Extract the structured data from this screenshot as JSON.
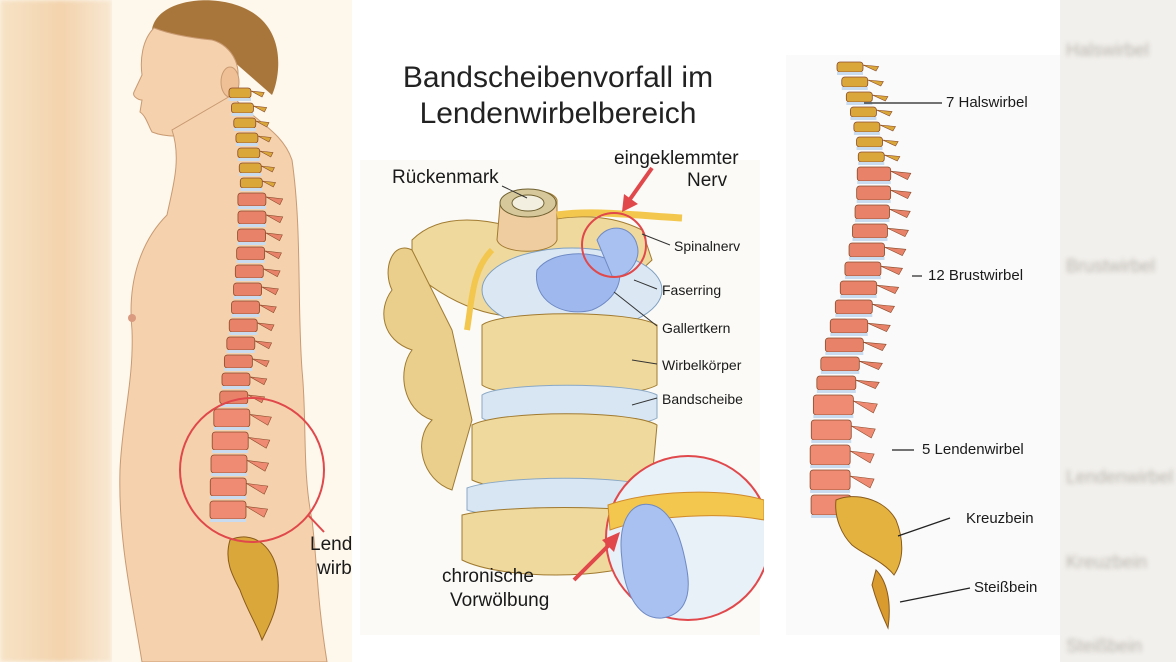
{
  "title_line1": "Bandscheibenvorfall im",
  "title_line2": "Lendenwirbelbereich",
  "center_labels": {
    "rueckenmark": "Rückenmark",
    "eingeklemmter": "eingeklemmter",
    "nerv": "Nerv",
    "spinalnerv": "Spinalnerv",
    "faserring": "Faserring",
    "gallertkern": "Gallertkern",
    "wirbelkoerper": "Wirbelkörper",
    "bandscheibe": "Bandscheibe",
    "chronische": "chronische",
    "vorwoelbung": "Vorwölbung"
  },
  "body_labels": {
    "lenden": "Lenden-",
    "wirbel": "wirbel"
  },
  "spine_labels": {
    "hals": "7 Halswirbel",
    "brust": "12 Brustwirbel",
    "lenden": "5 Lendenwirbel",
    "kreuz": "Kreuzbein",
    "steiss": "Steißbein"
  },
  "ghost_labels": [
    "Halswirbel",
    "Brustwirbel",
    "Lendenwirbel",
    "Kreuzbein",
    "Steißbein"
  ],
  "colors": {
    "highlight_red": "#e0484b",
    "bone_cervical": "#d9a73a",
    "bone_thoracic": "#e8836a",
    "bone_lumbar": "#ef8a73",
    "disc_blue": "#c9dcef",
    "skin": "#f5d2ad"
  }
}
